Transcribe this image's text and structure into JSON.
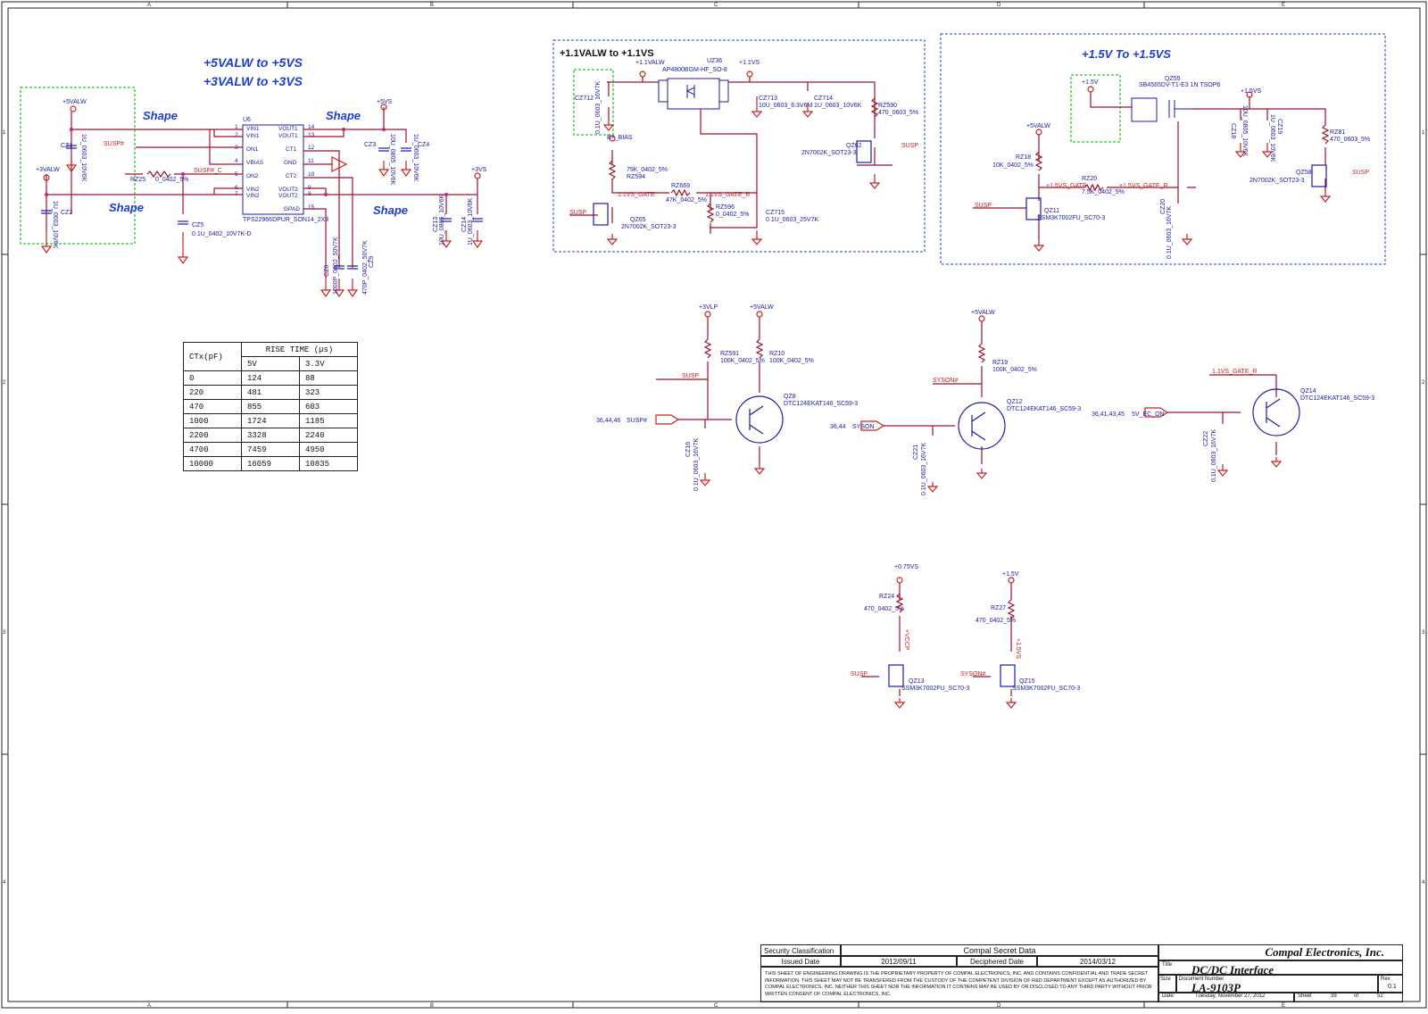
{
  "border": {
    "columns": [
      "A",
      "B",
      "C",
      "D",
      "E"
    ],
    "rows": [
      "1",
      "2",
      "3",
      "4"
    ]
  },
  "titles": {
    "t1": "+5VALW to +5VS",
    "t2": "+3VALW to +3VS",
    "t3": "+1.1VALW to +1.1VS",
    "t4": "+1.5V To +1.5VS",
    "shape": "Shape"
  },
  "nets": {
    "p5valw": "+5VALW",
    "p3valw": "+3VALW",
    "p5vs": "+5VS",
    "p3vs": "+3VS",
    "p11valw": "+1.1VALW",
    "p11vs": "+1.1VS",
    "p15v": "+1.5V",
    "p15vs": "+1.5VS",
    "p3vlp": "+3VLP",
    "p075vs": "+0.75VS",
    "susp": "SUSP",
    "susp_n": "SUSP#",
    "susp_c": "SUSP#_C",
    "syson": "SYSON",
    "syson_n": "SYSON#",
    "vs11_gate": "1.1VS_GATE",
    "vs11_gate_r": "1.1VS_GATE_R",
    "vs15_gate": "+1.5VS_GATE",
    "vs15_gate_r": "+1.5VS_GATE_R",
    "en5v": "5V_EC_ON",
    "bias": "B+_BIAS",
    "vccp": "+VCCP",
    "vp15s": "+1.5VS"
  },
  "parts": {
    "u6": "U6",
    "u6_part": "TPS22966DPUR_SON14_2X3",
    "u6_left": [
      "VIN1",
      "VIN1",
      "ON1",
      "VBIAS",
      "ON2",
      "VIN2",
      "VIN2"
    ],
    "u6_left_pins": [
      "1",
      "2",
      "3",
      "4",
      "5",
      "6",
      "7"
    ],
    "u6_right": [
      "VOUT1",
      "VOUT1",
      "CT1",
      "GND",
      "CT2",
      "VOUT2",
      "VOUT2",
      "GPAD"
    ],
    "u6_right_pins": [
      "14",
      "13",
      "12",
      "11",
      "10",
      "9",
      "8",
      "15"
    ],
    "cz1": "CZ1",
    "cz1_v": "1U_0603_10V6K",
    "cz2": "CZ2",
    "cz2_v": "1U_0603_10V6K",
    "cz3": "CZ3",
    "cz3_v": "10U_0805_10V6K",
    "cz4": "CZ4",
    "cz4_v": "1U_0603_10V6K",
    "cz5": "CZ5",
    "cz5_v": "0.1U_0402_10V7K-D",
    "cz13": "CZ13",
    "cz13_v": "10U_0805_10V6K",
    "cz14": "CZ14",
    "cz14_v": "1U_0603_10V6K",
    "cz6": "CZ6",
    "cz6_v": "1000P_0402_50V7K",
    "cz9": "CZ9",
    "cz9_v": "470P_0402_50V7K",
    "rz25": "RZ25",
    "rz25_v": "0_0402_5%",
    "cz712": "CZ712",
    "cz712_v": "0.1U_0603_16V7K",
    "uz36": "UZ36",
    "uz36_part": "AP4800BGM-HF_SO-8",
    "cz713": "CZ713",
    "cz713_v": "10U_0603_6.3V6M",
    "cz714": "CZ714",
    "cz714_v": "1U_0603_10V6K",
    "rz590": "RZ590",
    "rz590_v": "470_0603_5%",
    "qz62": "QZ62",
    "qz62_part": "2N7002K_SOT23-3",
    "rz594": "RZ594",
    "rz594_v": "75K_0402_5%",
    "rz669": "RZ669",
    "rz669_v": "47K_0402_5%",
    "rz596": "RZ596",
    "rz596_v": "0_0402_5%",
    "cz715": "CZ715",
    "cz715_v": "0.1U_0603_25V7K",
    "qz65": "QZ65",
    "qz65_part": "2N7002K_SOT23-3",
    "qz55": "QZ55",
    "qz55_part": "SB4565DV-T1-E3 1N TSOP6",
    "cz18": "CZ18",
    "cz18_v": "10U_0805_10V6K",
    "cz19": "CZ19",
    "cz19_v": "1U_0603_10V6K",
    "rz18": "RZ18",
    "rz18_v": "10K_0402_5%",
    "rz20": "RZ20",
    "rz20_v": "7.5K_0402_5%",
    "cz20": "CZ20",
    "cz20_v": "0.1U_0603_16V7K",
    "qz11": "QZ11",
    "qz11_part": "SSM3K7002FU_SC70-3",
    "rz81": "RZ81",
    "rz81_v": "470_0603_5%",
    "qz58": "QZ58",
    "qz58_part": "2N7002K_SOT23-3",
    "rz591": "RZ591",
    "rz591_v": "100K_0402_5%",
    "rz10": "RZ10",
    "rz10_v": "100K_0402_5%",
    "qz8": "QZ8",
    "qz8_part": "DTC124EKAT146_SC59-3",
    "cz16": "CZ16",
    "cz16_v": "0.1U_0603_16V7K",
    "rz19": "RZ19",
    "rz19_v": "100K_0402_5%",
    "qz12": "QZ12",
    "qz12_part": "DTC124EKAT146_SC59-3",
    "cz21": "CZ21",
    "cz21_v": "0.1U_0603_16V7K",
    "qz14": "QZ14",
    "qz14_part": "DTC124EKAT146_SC59-3",
    "cz22": "CZ22",
    "cz22_v": "0.1U_0603_16V7K",
    "rz24": "RZ24",
    "rz24_v": "470_0402_5%",
    "qz13": "QZ13",
    "qz13_part": "SSM3K7002FU_SC70-3",
    "rz27": "RZ27",
    "rz27_v": "470_0402_5%",
    "qz15": "QZ15",
    "qz15_part": "SSM3K7002FU_SC70-3"
  },
  "refs": {
    "susp_ref": "36,44,46",
    "syson_ref": "36,44",
    "ec_ref": "36,41,43,45"
  },
  "rise_table": {
    "h_ctx": "CTx(pF)",
    "h_rise": "RISE TIME (μs)",
    "h_5v": "5V",
    "h_33v": "3.3V",
    "rows": [
      [
        "0",
        "124",
        "88"
      ],
      [
        "220",
        "481",
        "323"
      ],
      [
        "470",
        "855",
        "603"
      ],
      [
        "1000",
        "1724",
        "1185"
      ],
      [
        "2200",
        "3328",
        "2240"
      ],
      [
        "4700",
        "7459",
        "4950"
      ],
      [
        "10000",
        "16059",
        "10835"
      ]
    ]
  },
  "title_block": {
    "security_label": "Security Classification",
    "security_value": "Compal Secret Data",
    "issued_label": "Issued Date",
    "issued_value": "2012/09/11",
    "deciphered_label": "Deciphered Date",
    "deciphered_value": "2014/03/12",
    "notice": "THIS SHEET OF ENGINEERING DRAWING IS THE PROPRIETARY PROPERTY OF COMPAL ELECTRONICS, INC. AND CONTAINS CONFIDENTIAL AND TRADE SECRET INFORMATION. THIS SHEET MAY NOT BE TRANSFERED FROM THE CUSTODY OF THE COMPETENT DIVISION OF R&D DEPARTMENT EXCEPT AS AUTHORIZED BY COMPAL ELECTRONICS, INC. NEITHER THIS SHEET NOR THE INFORMATION IT CONTAINS MAY BE USED BY OR DISCLOSED TO ANY THIRD PARTY WITHOUT PRIOR WRITTEN CONSENT OF COMPAL ELECTRONICS, INC.",
    "company": "Compal Electronics, Inc.",
    "title_label": "Title",
    "title_value": "DC/DC Interface",
    "size_label": "Size",
    "docnum_label": "Document Number",
    "docnum_value": "LA-9103P",
    "rev_label": "Rev",
    "rev_value": "0.1",
    "date_label": "Date:",
    "date_value": "Tuesday, November 27, 2012",
    "sheet_label": "Sheet",
    "sheet_value": "39",
    "of_label": "of",
    "total_value": "52"
  },
  "colors": {
    "title_blue": "#1a3fd6",
    "net_red": "#cc2020",
    "wire": "#a0102a",
    "part_blue": "#1a1ab0",
    "box_blue": "#2244cc",
    "shape_green": "#22cc22"
  }
}
